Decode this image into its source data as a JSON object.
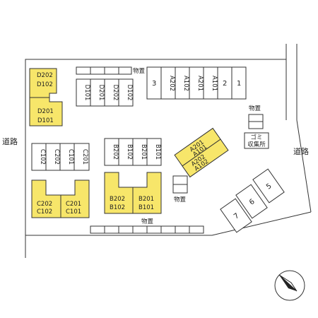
{
  "roads": {
    "left": "道路",
    "right": "道路"
  },
  "storage_label": "物置",
  "garbage": {
    "line1": "ゴミ",
    "line2": "収集所"
  },
  "parking": {
    "p1": "1",
    "p2": "2",
    "p3": "3",
    "p5": "5",
    "p6": "6",
    "p7": "7"
  },
  "units": {
    "top_row": [
      "A202",
      "A102",
      "A201",
      "A101"
    ],
    "d_row": [
      "D101",
      "D201",
      "D202",
      "D102"
    ],
    "c_row": [
      "C102",
      "C202",
      "C101",
      "C201"
    ],
    "b_row": [
      "B202",
      "B102",
      "B201",
      "B101"
    ],
    "d_block": {
      "top1": "D202",
      "top2": "D102",
      "bot1": "D201",
      "bot2": "D101"
    },
    "c_block": {
      "l1": "C202",
      "l2": "C102",
      "r1": "C201",
      "r2": "C101"
    },
    "b_block": {
      "l1": "B202",
      "l2": "B102",
      "r1": "B201",
      "r2": "B101"
    },
    "a_block": {
      "t1": "A201",
      "t2": "A101",
      "b1": "A202",
      "b2": "A102"
    }
  }
}
